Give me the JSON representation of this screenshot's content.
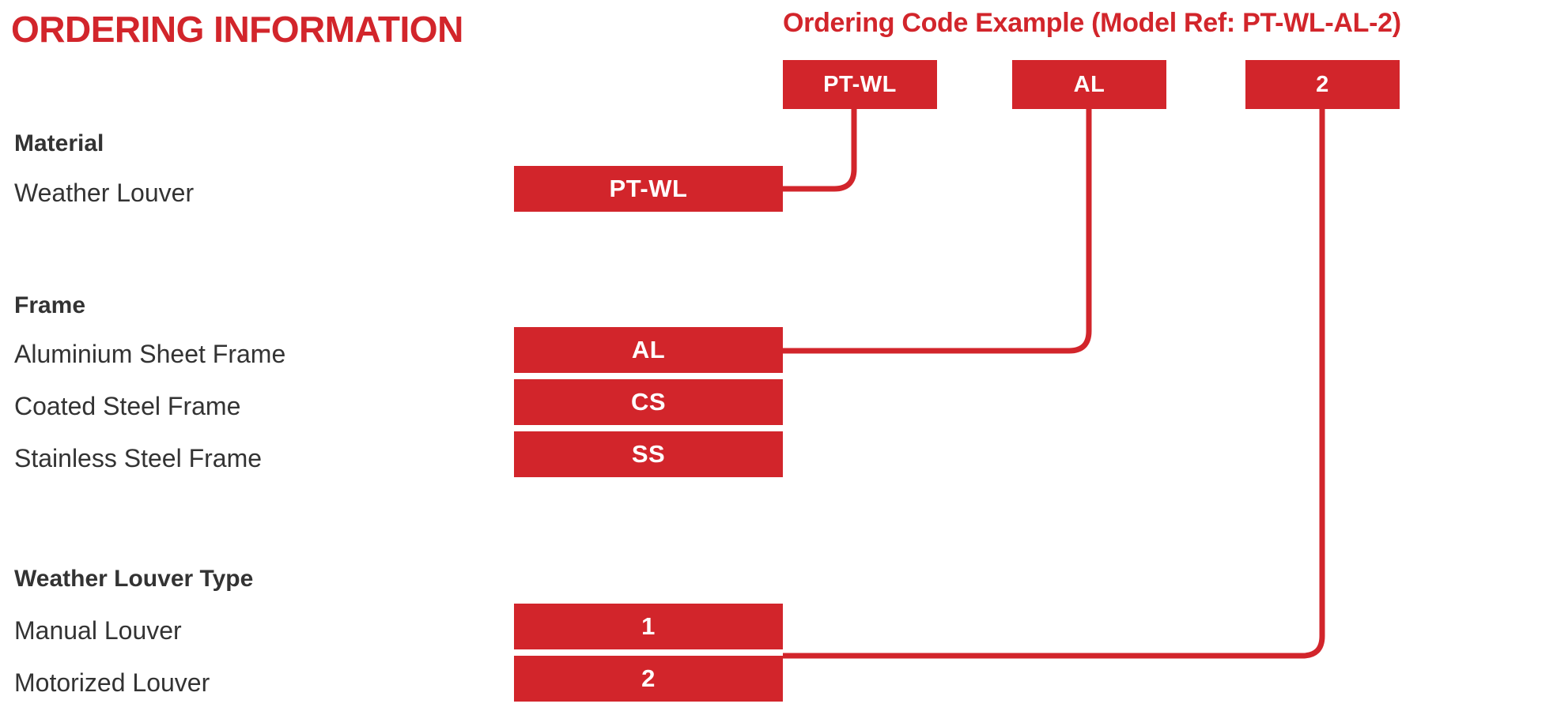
{
  "page": {
    "title": "ORDERING INFORMATION",
    "example_header": "Ordering Code Example (Model  Ref: PT-WL-AL-2)",
    "accent_color": "#D2252B",
    "text_color": "#333333",
    "background_color": "#FFFFFF"
  },
  "groups": [
    {
      "name": "material",
      "title": "Material",
      "options": [
        {
          "label": "Weather Louver",
          "code": "PT-WL"
        }
      ]
    },
    {
      "name": "frame",
      "title": "Frame",
      "options": [
        {
          "label": "Aluminium Sheet Frame",
          "code": "AL"
        },
        {
          "label": "Coated Steel Frame",
          "code": "CS"
        },
        {
          "label": "Stainless Steel Frame",
          "code": "SS"
        }
      ]
    },
    {
      "name": "weather-louver-type",
      "title": "Weather Louver Type",
      "options": [
        {
          "label": "Manual Louver",
          "code": "1"
        },
        {
          "label": "Motorized Louver",
          "code": "2"
        }
      ]
    }
  ],
  "example_code_segments": [
    {
      "name": "material-segment",
      "code": "PT-WL"
    },
    {
      "name": "frame-segment",
      "code": "AL"
    },
    {
      "name": "type-segment",
      "code": "2"
    }
  ]
}
